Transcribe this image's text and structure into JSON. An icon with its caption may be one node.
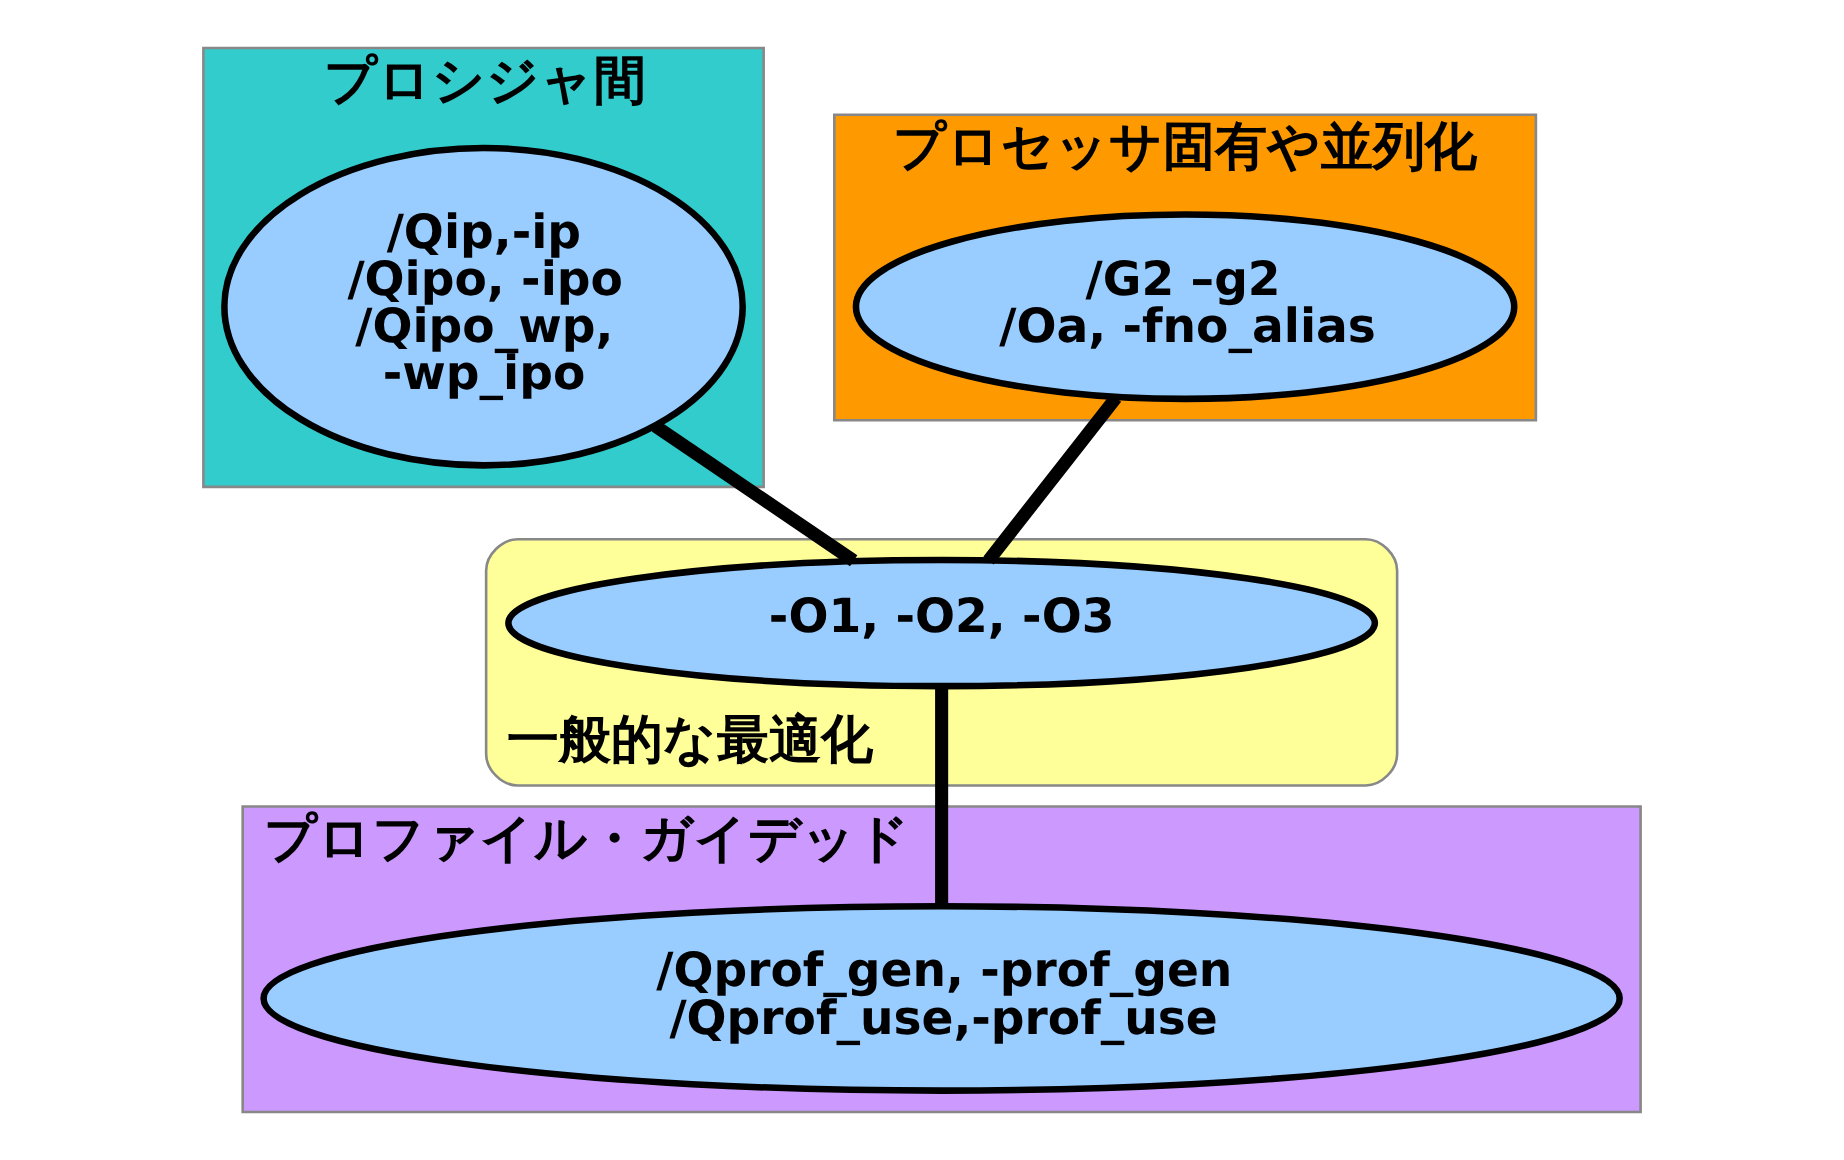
{
  "diagram": {
    "nodes": [
      {
        "text": [
          "プロシジャ間"
        ]
      },
      {
        "text": [
          "/Qip,-ip /Qipo, -ipo /Qipo_wp, -wp_ipo"
        ],
        "in": 0
      },
      {
        "text": [
          "プロセッサ固有や並列化"
        ]
      },
      {
        "text": [
          "/G2 –g2 /Oa, -fno_alias"
        ],
        "in": 2
      },
      {
        "text": [
          "一般的な最適化"
        ]
      },
      {
        "text": [
          "-O1, -O2, -O3"
        ],
        "in": 4
      },
      {
        "text": [
          "プロファイル・ガイデッド"
        ]
      },
      {
        "text": [
          "/Qprof_gen, -prof_gen /Qprof_use,-prof_use"
        ],
        "in": 6
      }
    ],
    "edges": [
      {
        "from": 1,
        "to": 5,
        "arrow": "none"
      },
      {
        "from": 3,
        "to": 5,
        "arrow": "none"
      },
      {
        "from": 5,
        "to": 7,
        "arrow": "none"
      }
    ]
  }
}
